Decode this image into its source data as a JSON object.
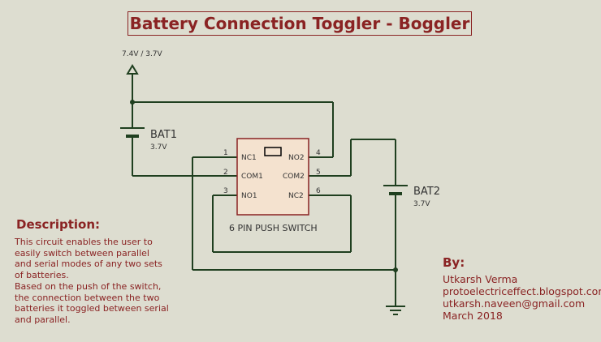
{
  "title": "Battery Connection Toggler - Boggler",
  "supply_label": "7.4V / 3.7V",
  "bat1": {
    "name": "BAT1",
    "value": "3.7V"
  },
  "bat2": {
    "name": "BAT2",
    "value": "3.7V"
  },
  "switch": {
    "name": "6 PIN PUSH SWITCH",
    "left_pins": [
      {
        "num": "1",
        "label": "NC1"
      },
      {
        "num": "2",
        "label": "COM1"
      },
      {
        "num": "3",
        "label": "NO1"
      }
    ],
    "right_pins": [
      {
        "num": "4",
        "label": "NO2"
      },
      {
        "num": "5",
        "label": "COM2"
      },
      {
        "num": "6",
        "label": "NC2"
      }
    ]
  },
  "description": {
    "heading": "Description:",
    "para1": "This circuit enables the user to easily switch between parallel and serial modes of any two sets of batteries.",
    "para2": "Based on the push of the switch, the connection between the two batteries it toggled between serial and parallel."
  },
  "author": {
    "heading": "By:",
    "name": "Utkarsh Verma",
    "blog": "protoelectriceffect.blogspot.com",
    "email": "utkarsh.naveen@gmail.com",
    "date": "March 2018"
  },
  "colors": {
    "accent": "#8a2323",
    "wire": "#1f3f1f",
    "switch_fill": "#f4e2cf",
    "background": "#ddddd0"
  }
}
